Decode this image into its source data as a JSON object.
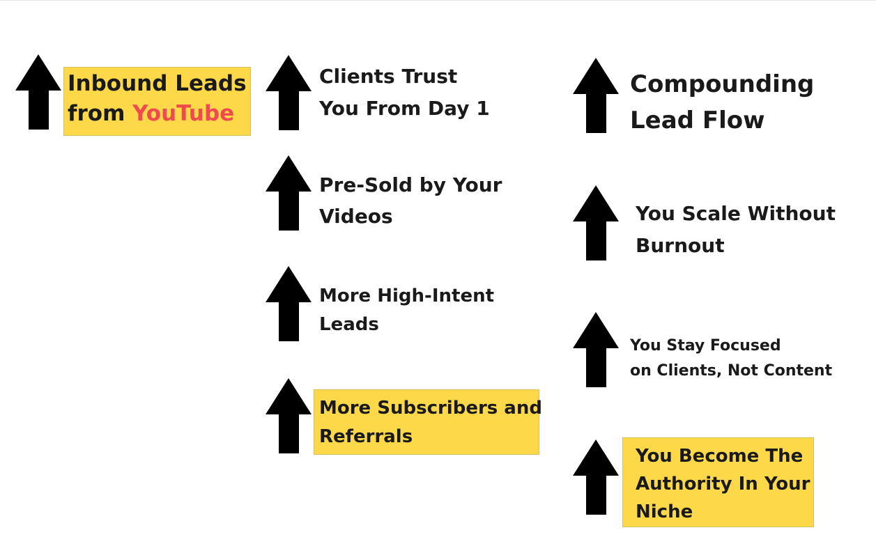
{
  "colors": {
    "highlight": "#fdd94a",
    "accent_red": "#ef4a4f",
    "arrow": "#000000"
  },
  "col1": {
    "line1": "Inbound Leads",
    "line2_prefix": "from ",
    "line2_accent": "YouTube"
  },
  "col2": [
    {
      "line1": "Clients Trust",
      "line2": "You From Day 1"
    },
    {
      "line1": "Pre-Sold by Your",
      "line2": "Videos"
    },
    {
      "line1": "More High-Intent",
      "line2": "Leads"
    },
    {
      "line1": "More Subscribers and",
      "line2": "Referrals"
    }
  ],
  "col3": [
    {
      "line1": "Compounding",
      "line2": "Lead Flow"
    },
    {
      "line1": "You Scale Without",
      "line2": "Burnout"
    },
    {
      "line1": "You Stay Focused",
      "line2": "on Clients, Not Content"
    },
    {
      "line1": "You Become The",
      "line2": "Authority In Your",
      "line3": "Niche"
    }
  ]
}
